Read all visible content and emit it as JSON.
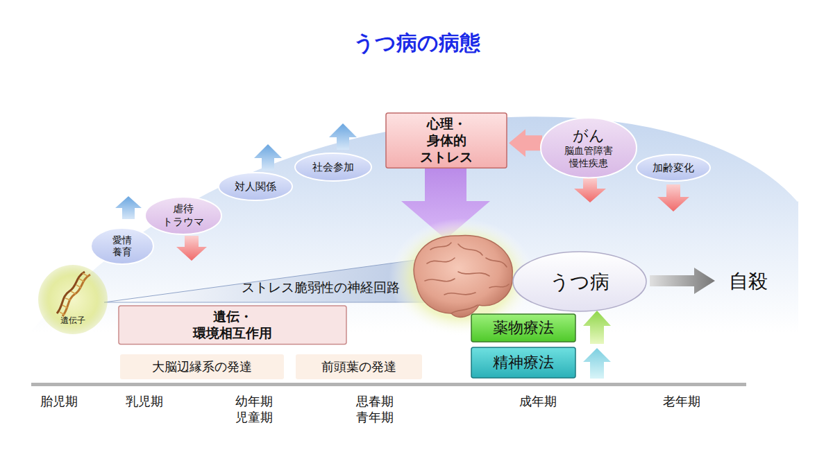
{
  "diagram": {
    "title": "うつ病の病態",
    "nodes": [
      {
        "text": [
          "愛情 養育"
        ]
      },
      {
        "text": [
          "虐待 トラウマ"
        ]
      },
      {
        "text": [
          "対人関係"
        ]
      },
      {
        "text": [
          "社会参加"
        ]
      },
      {
        "text": [
          "心理・身体的 ストレス"
        ]
      },
      {
        "text": [
          "がん",
          "脳血管障害 慢性疾患"
        ]
      },
      {
        "text": [
          "加齢変化"
        ]
      },
      {
        "text": [
          "遺伝子"
        ]
      },
      {
        "text": [
          "うつ病"
        ]
      },
      {
        "text": [
          "遺伝・環境相互作用"
        ]
      },
      {
        "text": [
          "大脳辺縁系の発達"
        ]
      },
      {
        "text": [
          "前頭葉の発達"
        ]
      },
      {
        "text": [
          "薬物療法"
        ]
      },
      {
        "text": [
          "精神療法"
        ]
      }
    ],
    "edges": [
      {
        "from": 5,
        "to": 4,
        "arrow": "to"
      }
    ],
    "labels": [
      "ストレス脆弱性の神経回路",
      "自殺",
      "胎児期",
      "乳児期",
      "幼年期 児童期",
      "思春期 青年期",
      "成年期",
      "老年期"
    ]
  }
}
